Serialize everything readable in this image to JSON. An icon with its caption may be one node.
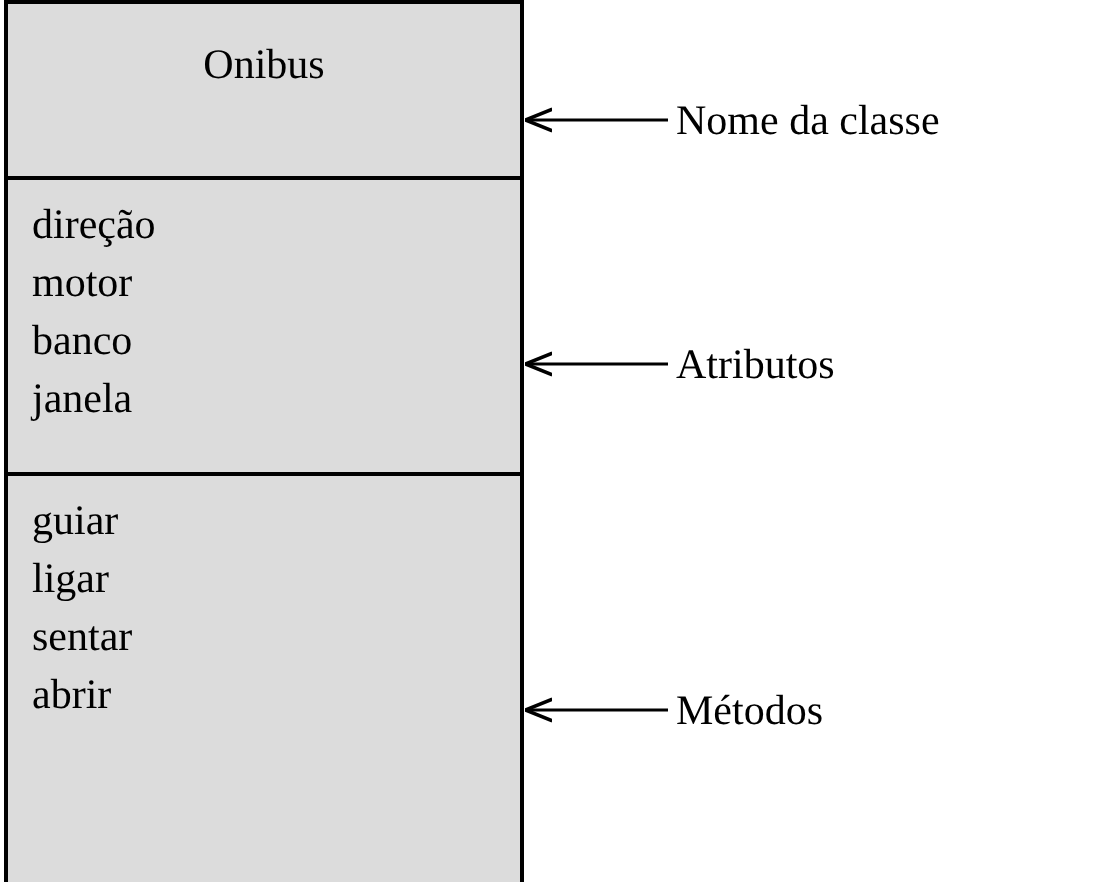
{
  "diagram": {
    "nodes": [
      {
        "text": [
          "Onibus"
        ]
      },
      {
        "text": [
          "direção",
          "motor",
          "banco",
          "janela"
        ]
      },
      {
        "text": [
          "guiar",
          "ligar",
          "sentar",
          "abrir"
        ]
      },
      {
        "text": [
          "Nome da classe"
        ]
      },
      {
        "text": [
          "Atributos"
        ]
      },
      {
        "text": [
          "Métodos"
        ]
      }
    ],
    "edges": [
      {
        "from": 3,
        "to": 0,
        "arrow": "to"
      },
      {
        "from": 4,
        "to": 1,
        "arrow": "to"
      },
      {
        "from": 5,
        "to": 2,
        "arrow": "to"
      }
    ]
  }
}
